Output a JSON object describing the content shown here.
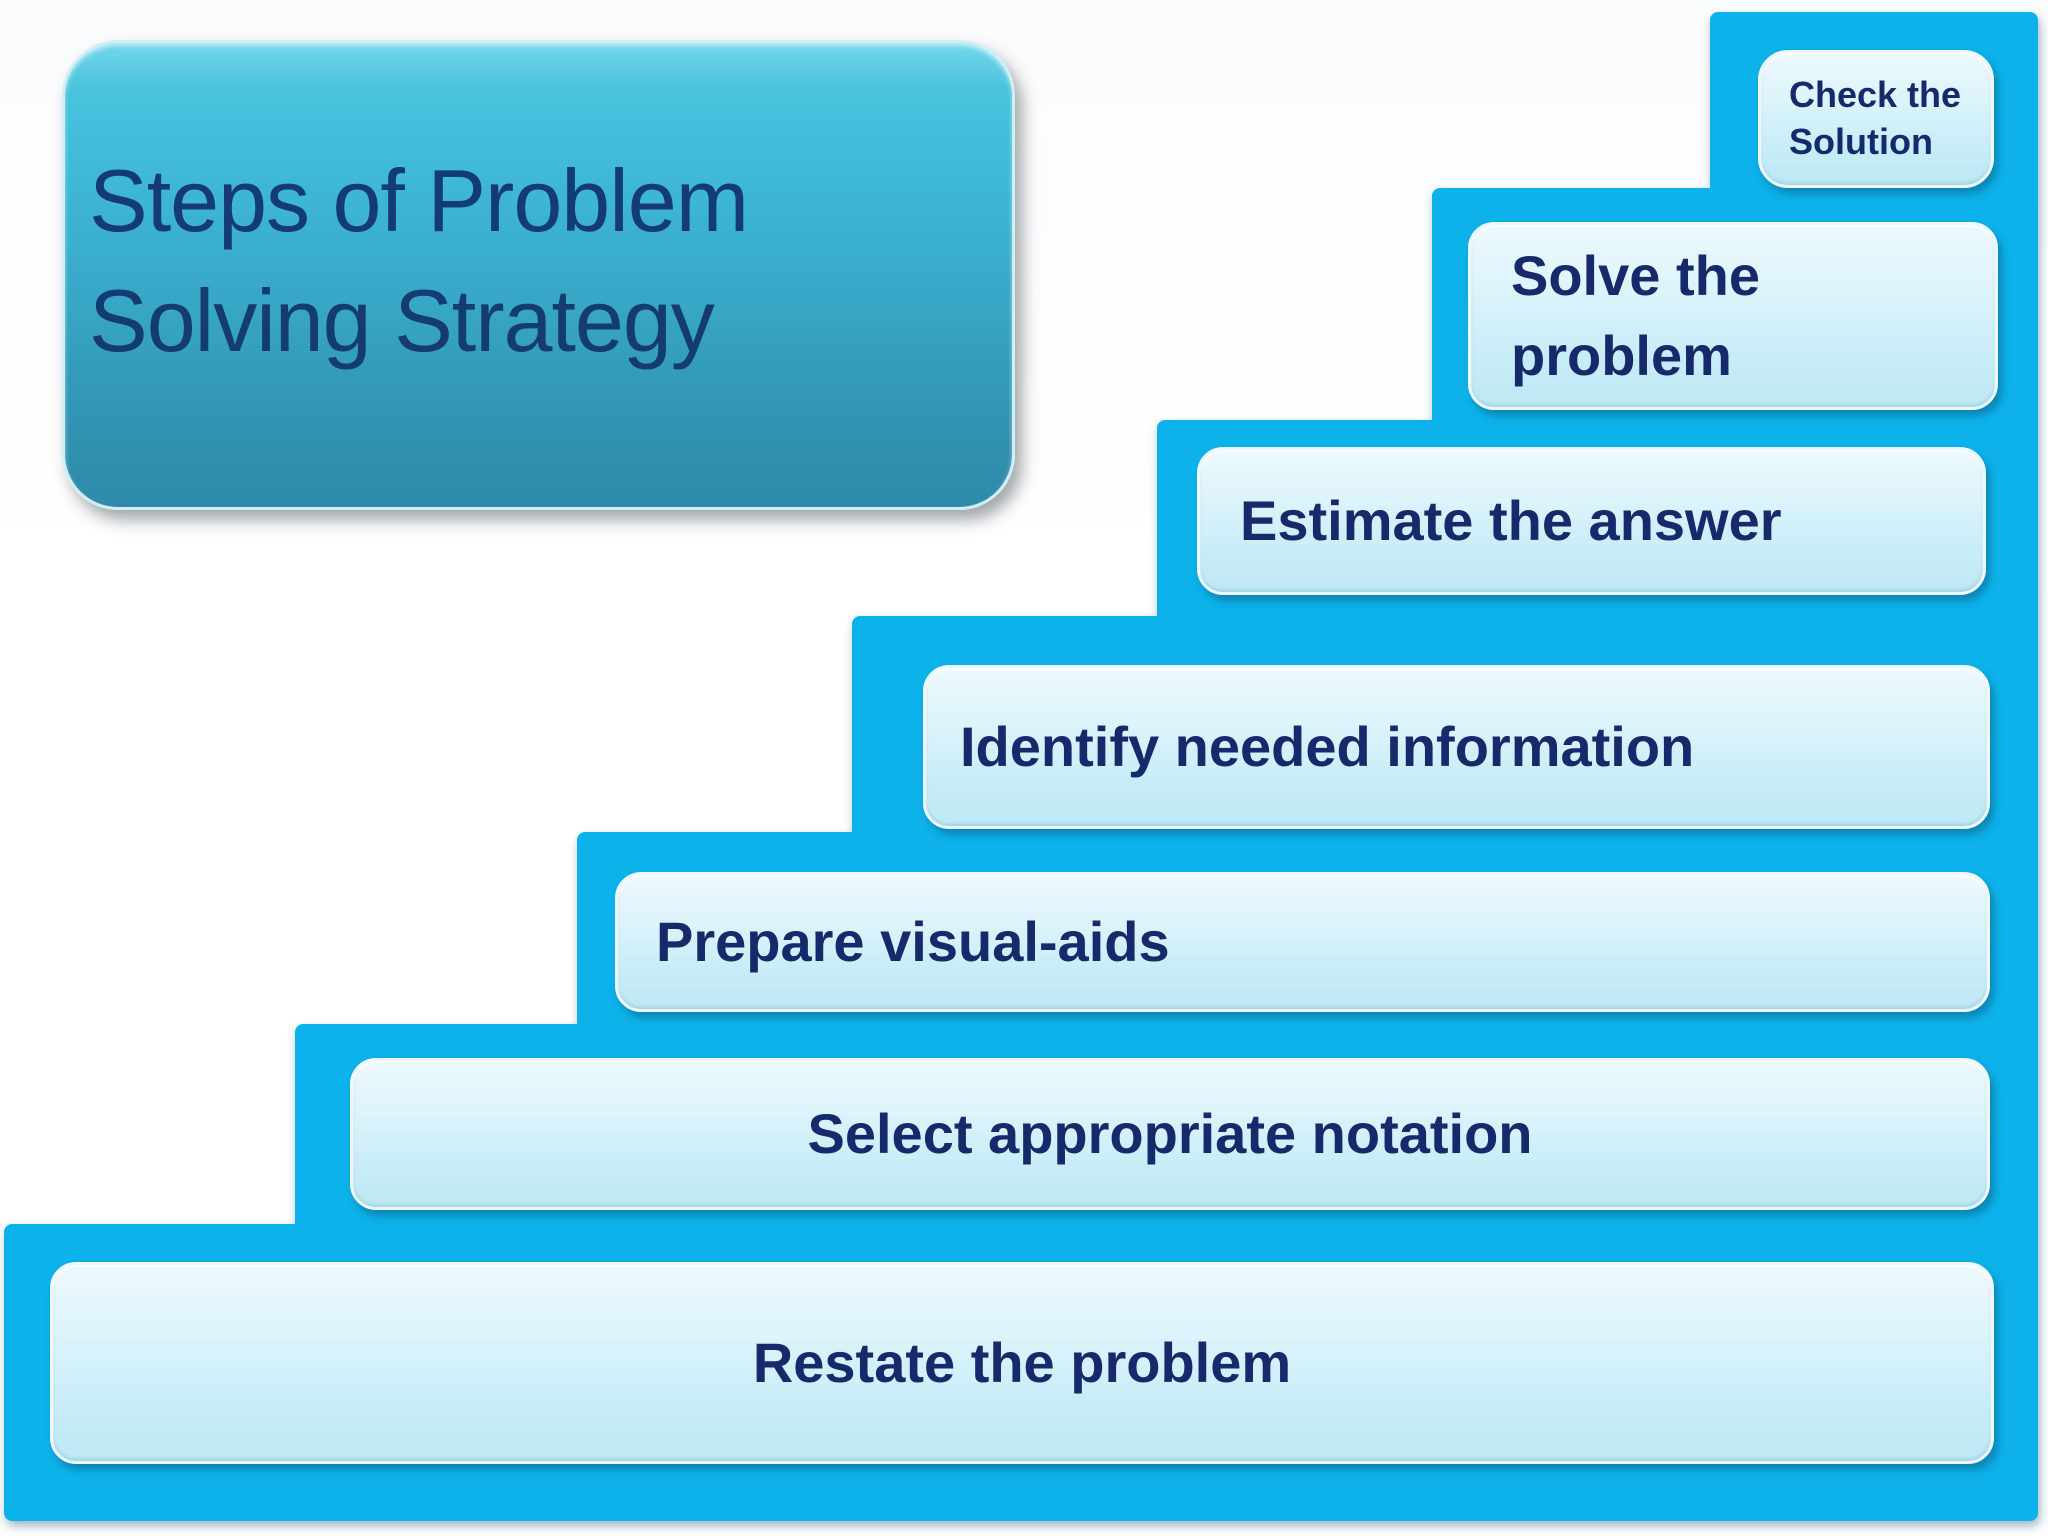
{
  "title": {
    "text": "Steps of Problem Solving Strategy",
    "lines": [
      "Steps of Problem",
      "Solving Strategy"
    ]
  },
  "steps": [
    {
      "name": "restate-the-problem",
      "label": "Restate the problem",
      "lines": [
        "Restate the problem"
      ]
    },
    {
      "name": "select-appropriate-notation",
      "label": "Select appropriate notation",
      "lines": [
        "Select appropriate notation"
      ]
    },
    {
      "name": "prepare-visual-aids",
      "label": "Prepare visual-aids",
      "lines": [
        "Prepare visual-aids"
      ]
    },
    {
      "name": "identify-needed-information",
      "label": "Identify needed information",
      "lines": [
        "Identify needed information"
      ]
    },
    {
      "name": "estimate-the-answer",
      "label": "Estimate the answer",
      "lines": [
        "Estimate the answer"
      ]
    },
    {
      "name": "solve-the-problem",
      "label": "Solve the problem",
      "lines": [
        "Solve the",
        "problem"
      ]
    },
    {
      "name": "check-the-solution",
      "label": "Check the Solution",
      "lines": [
        "Check the",
        "Solution"
      ]
    }
  ],
  "colors": {
    "stair_cyan": "#07b2ea",
    "step_box_fill_top": "#edf9fd",
    "step_box_fill_bottom": "#bde8f4",
    "title_fill_top": "#74d7ea",
    "title_fill_bottom": "#2e8aa8",
    "step_text_navy": "#15296b",
    "title_text_navy": "#143b72",
    "background": "#ffffff"
  }
}
